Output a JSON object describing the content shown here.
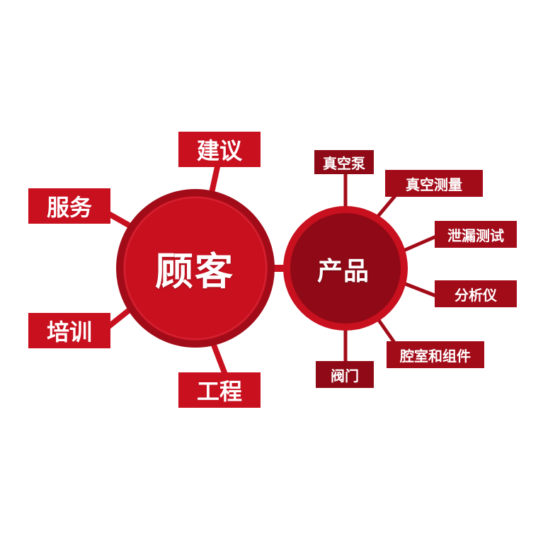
{
  "colors": {
    "primary": "#c8101f",
    "dark": "#8f0a16",
    "ring": "#a20c19",
    "text": "#ffffff"
  },
  "center": {
    "customer": "顾客",
    "product": "产品"
  },
  "customer_branches": [
    {
      "id": "suggestion",
      "label": "建议"
    },
    {
      "id": "service",
      "label": "服务"
    },
    {
      "id": "training",
      "label": "培训"
    },
    {
      "id": "engineering",
      "label": "工程"
    }
  ],
  "product_branches": [
    {
      "id": "vacuum-pump",
      "label": "真空泵"
    },
    {
      "id": "vacuum-measurement",
      "label": "真空测量"
    },
    {
      "id": "leak-testing",
      "label": "泄漏测试"
    },
    {
      "id": "analyzer",
      "label": "分析仪"
    },
    {
      "id": "chambers-components",
      "label": "腔室和组件"
    },
    {
      "id": "valves",
      "label": "阀门"
    }
  ]
}
